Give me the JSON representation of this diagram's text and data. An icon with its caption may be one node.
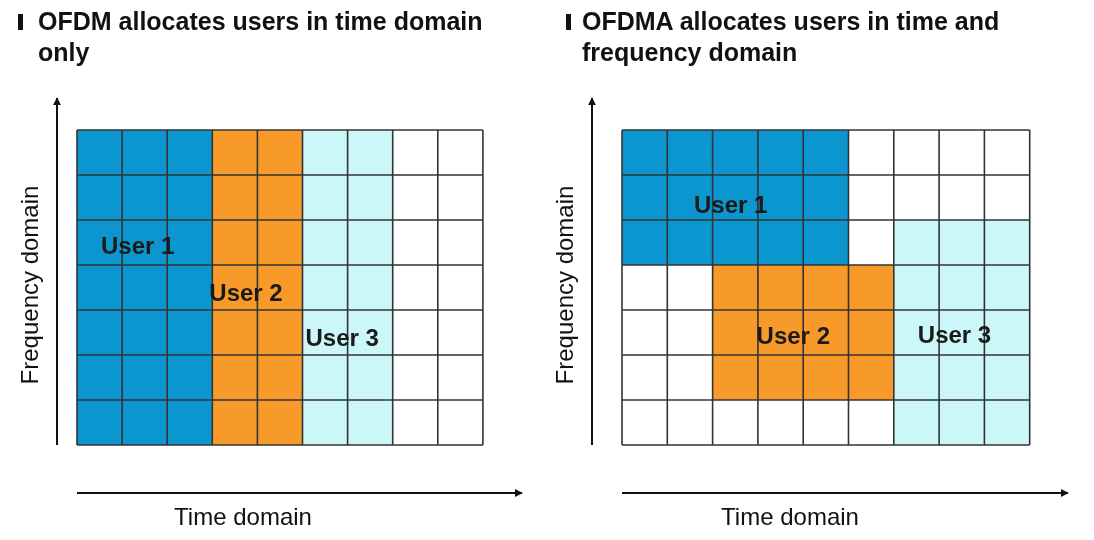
{
  "diagram": {
    "nodes": [
      {
        "text": [
          "User 1"
        ]
      },
      {
        "text": [
          "User 2"
        ]
      },
      {
        "text": [
          "User 3"
        ]
      },
      {
        "text": [
          "User 1"
        ]
      },
      {
        "text": [
          "User 2"
        ]
      },
      {
        "text": [
          "User 3"
        ]
      }
    ],
    "edges": [],
    "labels": [
      "OFDM allocates users in time domain only",
      "OFDMA allocates users in time and frequency domain",
      "Frequency domain",
      "Time domain",
      "Frequency domain",
      "Time domain"
    ]
  }
}
